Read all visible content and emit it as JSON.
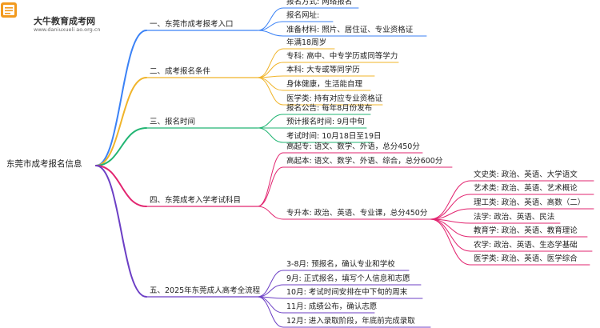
{
  "brand": {
    "name": "大牛教育成考网",
    "url": "www.daniuxueli ao.org.cn"
  },
  "root": "东莞市成考报名信息",
  "branches": [
    {
      "label": "一、东莞市成考报考入口",
      "color": "#3b82f6",
      "items": [
        {
          "label": "报名方式: 网络报名"
        },
        {
          "label": "报名网址:"
        },
        {
          "label": "准备材料: 照片、居住证、专业资格证"
        }
      ]
    },
    {
      "label": "二、成考报名条件",
      "color": "#f0b429",
      "items": [
        {
          "label": "年满18周岁"
        },
        {
          "label": "专科: 高中、中专学历或同等学力"
        },
        {
          "label": "本科: 大专或等同学历"
        },
        {
          "label": "身体健康，生活能自理"
        },
        {
          "label": "医学类: 持有对应专业资格证"
        }
      ]
    },
    {
      "label": "三、报名时间",
      "color": "#22b573",
      "items": [
        {
          "label": "报名公告: 每年8月份发布"
        },
        {
          "label": "预计报名时间: 9月中旬"
        },
        {
          "label": "考试时间: 10月18日至19日"
        }
      ]
    },
    {
      "label": "四、东莞成考入学考试科目",
      "color": "#e2246f",
      "items": [
        {
          "label": "高起专: 语文、数学、外语，总分450分"
        },
        {
          "label": "高起本: 语文、数学、外语、综合，总分600分"
        },
        {
          "label": "专升本: 政治、英语、专业课，总分450分",
          "children": [
            {
              "label": "文史类: 政治、英语、大学语文"
            },
            {
              "label": "艺术类: 政治、英语、艺术概论"
            },
            {
              "label": "理工类: 政治、英语、高数（二）"
            },
            {
              "label": "法学: 政治、英语、民法"
            },
            {
              "label": "教育学: 政治、英语、教育理论"
            },
            {
              "label": "农学: 政治、英语、生态学基础"
            },
            {
              "label": "医学类: 政治、英语、医学综合"
            }
          ]
        }
      ]
    },
    {
      "label": "五、2025年东莞成人高考全流程",
      "color": "#6c3fc5",
      "items": [
        {
          "label": "3-8月: 预报名，确认专业和学校"
        },
        {
          "label": "9月: 正式报名，填写个人信息和志愿"
        },
        {
          "label": "10月: 考试时间安排在中下旬的周末"
        },
        {
          "label": "11月: 成绩公布，确认志愿"
        },
        {
          "label": "12月: 进入录取阶段，年底前完成录取"
        }
      ]
    }
  ]
}
